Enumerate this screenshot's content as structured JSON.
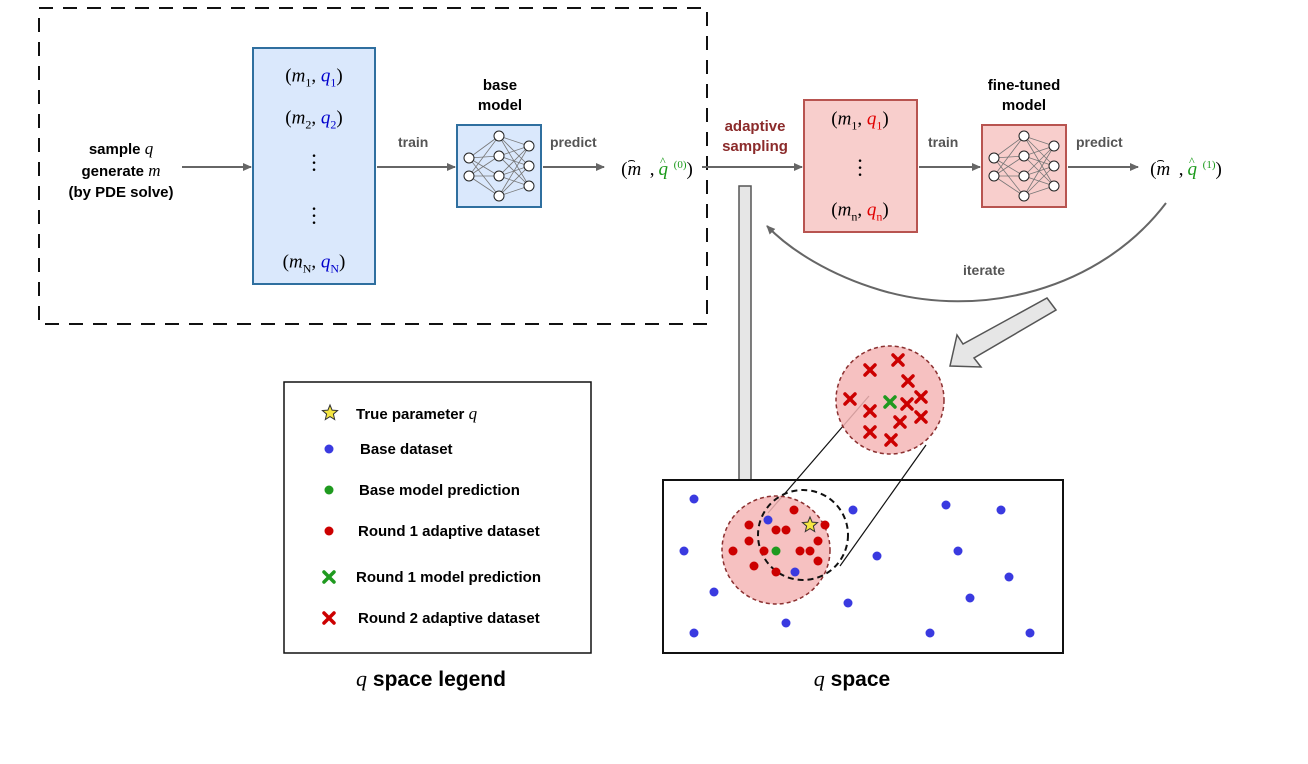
{
  "pipeline": {
    "input_label": {
      "line1_text": "sample",
      "line1_var": "q",
      "line2_text": "generate",
      "line2_var": "m",
      "line3": "(by PDE solve)"
    },
    "base_dataset": {
      "first": {
        "m": "m",
        "m_sub": "1",
        "q": "q",
        "q_sub": "1"
      },
      "second": {
        "m": "m",
        "m_sub": "2",
        "q": "q",
        "q_sub": "2"
      },
      "last": {
        "m": "m",
        "m_sub": "N",
        "q": "q",
        "q_sub": "N"
      }
    },
    "train_label_1": "train",
    "base_model_label": [
      "base",
      "model"
    ],
    "predict_label_1": "predict",
    "output_0": {
      "m": "m",
      "q": "q",
      "sup": "(0)"
    },
    "adaptive_sampling_label": [
      "adaptive",
      "sampling"
    ],
    "adaptive_dataset": {
      "first": {
        "m": "m",
        "m_sub": "1",
        "q": "q",
        "q_sub": "1"
      },
      "last": {
        "m": "m",
        "m_sub": "n",
        "q": "q",
        "q_sub": "n"
      }
    },
    "train_label_2": "train",
    "fine_tuned_label": [
      "fine-tuned",
      "model"
    ],
    "predict_label_2": "predict",
    "output_1": {
      "m": "m",
      "q": "q",
      "sup": "(1)"
    },
    "iterate_label": "iterate"
  },
  "legend": {
    "items": [
      {
        "label": "True parameter",
        "var": "q",
        "icon": "star-icon",
        "color": "#f5e642"
      },
      {
        "label": "Base dataset",
        "icon": "dot-icon",
        "color": "#3a3ae0"
      },
      {
        "label": "Base model prediction",
        "icon": "dot-icon",
        "color": "#1f9a1f"
      },
      {
        "label": "Round 1 adaptive dataset",
        "icon": "dot-icon",
        "color": "#cc0000"
      },
      {
        "label": "Round 1 model prediction",
        "icon": "cross-icon",
        "color": "#1f9a1f"
      },
      {
        "label": "Round 2 adaptive dataset",
        "icon": "cross-icon",
        "color": "#cc0000"
      }
    ],
    "caption_var": "q",
    "caption_text": "space legend"
  },
  "q_space": {
    "caption_var": "q",
    "caption_text": "space"
  },
  "colors": {
    "blue_box_fill": "#dae8fc",
    "blue_box_stroke": "#2f6f9f",
    "red_box_fill": "#f8cecc",
    "red_box_stroke": "#b85450",
    "adaptive_text": "#8b2b2b",
    "arrow_gray": "#666666",
    "q_blue": "#0000cc",
    "q_red": "#e00000",
    "q_green": "#1a9a1a"
  }
}
